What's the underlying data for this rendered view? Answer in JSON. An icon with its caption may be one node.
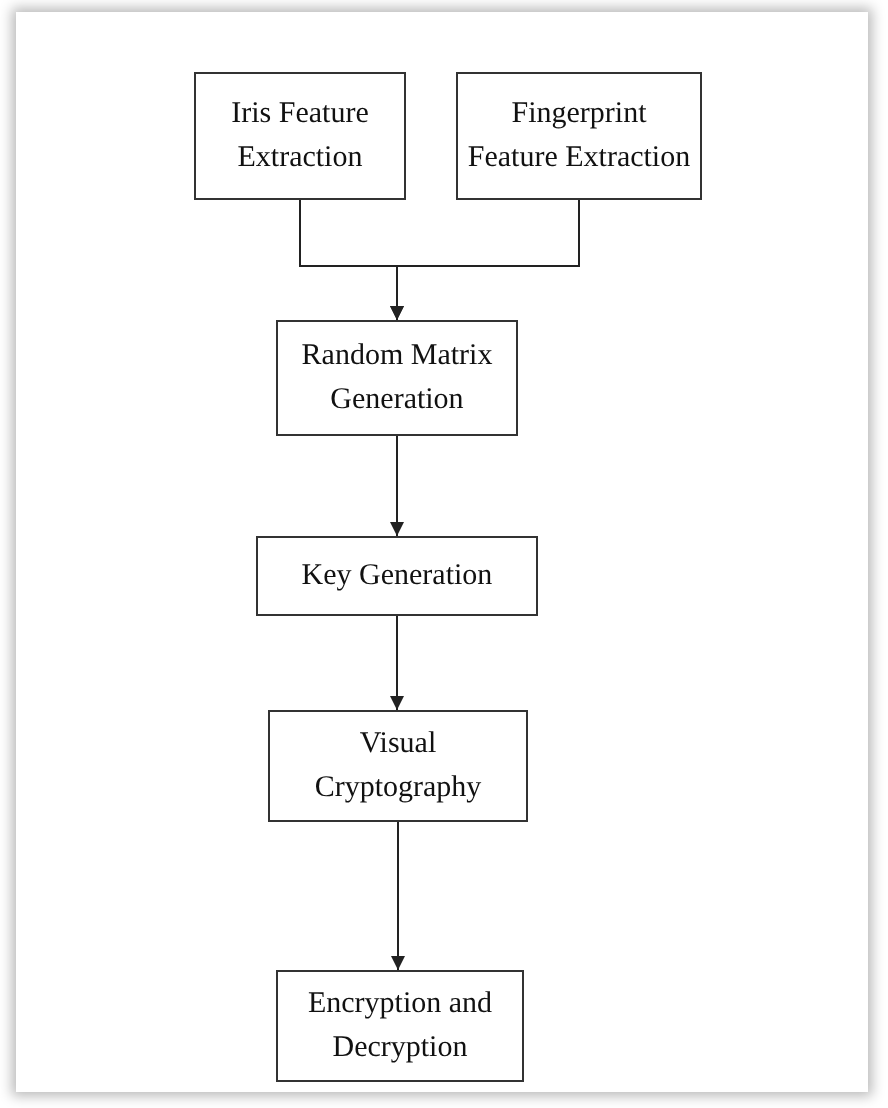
{
  "diagram": {
    "nodes": [
      {
        "text": [
          "Iris Feature Extraction"
        ]
      },
      {
        "text": [
          "Fingerprint Feature Extraction"
        ]
      },
      {
        "text": [
          "Random Matrix Generation"
        ]
      },
      {
        "text": [
          "Key Generation"
        ]
      },
      {
        "text": [
          "Visual Cryptography"
        ]
      },
      {
        "text": [
          "Encryption and Decryption"
        ]
      }
    ],
    "edges": [
      {
        "from": 0,
        "to": 2,
        "arrow": "to"
      },
      {
        "from": 1,
        "to": 2,
        "arrow": "to"
      },
      {
        "from": 2,
        "to": 3,
        "arrow": "to"
      },
      {
        "from": 3,
        "to": 4,
        "arrow": "to"
      },
      {
        "from": 4,
        "to": 5,
        "arrow": "to"
      }
    ]
  }
}
